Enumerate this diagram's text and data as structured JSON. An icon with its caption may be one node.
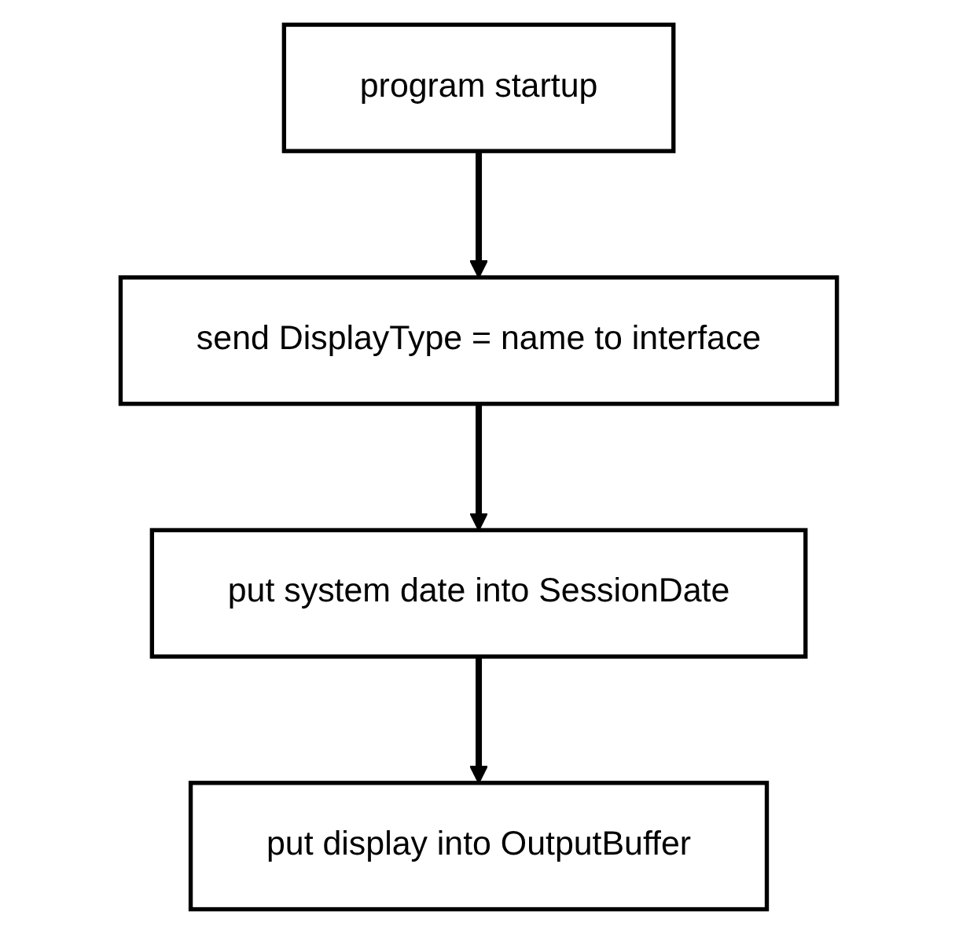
{
  "diagram": {
    "nodes": [
      {
        "text": [
          "program startup"
        ]
      },
      {
        "text": [
          "send DisplayType = name to interface"
        ]
      },
      {
        "text": [
          "put system date into SessionDate"
        ]
      },
      {
        "text": [
          "put display into OutputBuffer"
        ]
      }
    ],
    "edges": [
      {
        "from": 0,
        "to": 1,
        "arrow": "to"
      },
      {
        "from": 1,
        "to": 2,
        "arrow": "to"
      },
      {
        "from": 2,
        "to": 3,
        "arrow": "to"
      }
    ]
  }
}
